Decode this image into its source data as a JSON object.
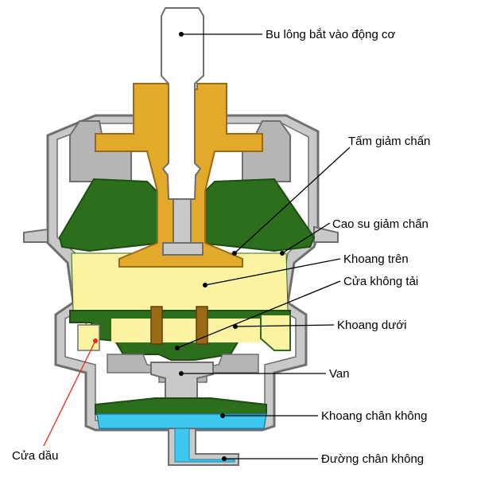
{
  "labels": {
    "bolt": "Bu lông bắt vào động cơ",
    "damper_plate": "Tấm giảm chấn",
    "rubber": "Cao su giảm chấn",
    "upper_chamber": "Khoang trên",
    "no_load_port": "Cửa không tải",
    "lower_chamber": "Khoang dưới",
    "valve": "Van",
    "vacuum_chamber": "Khoang chân không",
    "oil_port": "Cửa dầu",
    "vacuum_line": "Đường chân không"
  },
  "colors": {
    "housing": "#a9a9a9",
    "housing_outline": "#6f6f6f",
    "plate": "#e3a92a",
    "rubber": "#2d6e1c",
    "upper_fluid": "#fbf3a2",
    "vacuum": "#3ec7ef",
    "leader": "#000000",
    "oil_leader": "#e8291c",
    "valve_block": "#9a6a14"
  }
}
